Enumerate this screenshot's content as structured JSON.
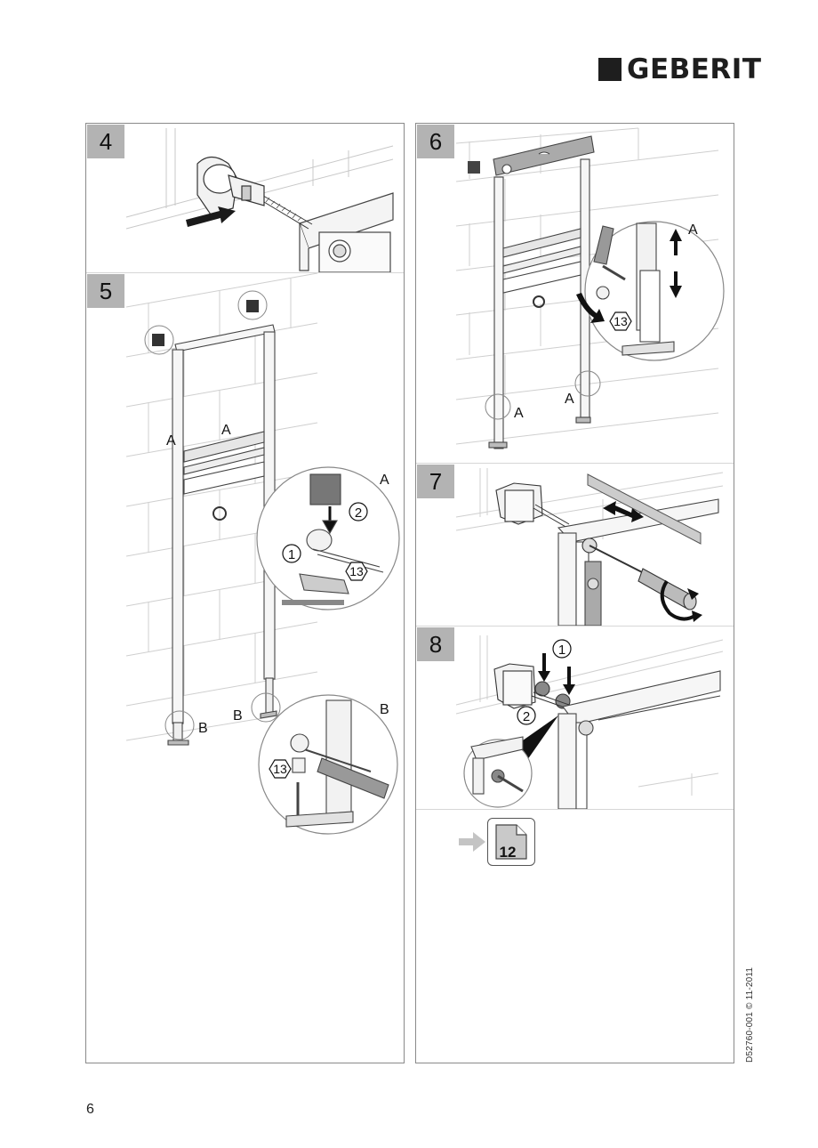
{
  "header": {
    "brand": "GEBERIT",
    "logo_icon": "black-square-icon"
  },
  "steps": [
    {
      "number": "4",
      "callouts": []
    },
    {
      "number": "5",
      "callouts": [
        "A",
        "A",
        "A",
        "1",
        "2",
        "13",
        "B",
        "B",
        "B",
        "13"
      ]
    },
    {
      "number": "6",
      "callouts": [
        "A",
        "13",
        "A",
        "A"
      ]
    },
    {
      "number": "7",
      "callouts": []
    },
    {
      "number": "8",
      "callouts": [
        "1",
        "2"
      ]
    }
  ],
  "labels": {
    "A": "A",
    "B": "B",
    "one": "1",
    "two": "2",
    "wrench_size": "13"
  },
  "reference": {
    "arrow_icon": "right-arrow-icon",
    "page_icon": "page-icon",
    "page": "12"
  },
  "footer": {
    "page_number": "6",
    "document_code": "D52760-001 © 11-2011"
  }
}
